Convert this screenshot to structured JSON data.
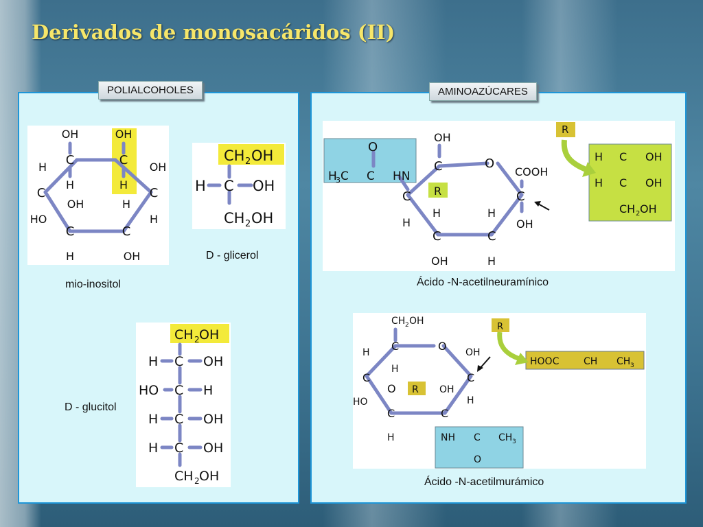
{
  "title": "Derivados de monosacáridos (II)",
  "sections": {
    "left_tab": "POLIALCOHOLES",
    "right_tab": "AMINOAZÚCARES"
  },
  "captions": {
    "inositol": "mio-inositol",
    "glicerol": "D - glicerol",
    "glucitol": "D - glucitol",
    "neuraminico": "Ácido -N-acetilneuramínico",
    "muramico": "Ácido -N-acetilmurámico"
  },
  "atoms": {
    "C": "C",
    "H": "H",
    "O": "O",
    "OH": "OH",
    "HO": "HO",
    "R": "R",
    "HN": "HN",
    "NH": "NH",
    "COOH": "COOH",
    "HOOC": "HOOC",
    "CH": "CH",
    "CH2": "CH",
    "sub2": "2",
    "sub3": "3",
    "H3": "H",
    "CH3": "CH"
  },
  "colors": {
    "yellow": "#f3ea3a",
    "blue_box": "#8fd3e4",
    "green_box": "#c6e043",
    "gold_box": "#d8c234",
    "arrow_green": "#a9cf3c"
  }
}
